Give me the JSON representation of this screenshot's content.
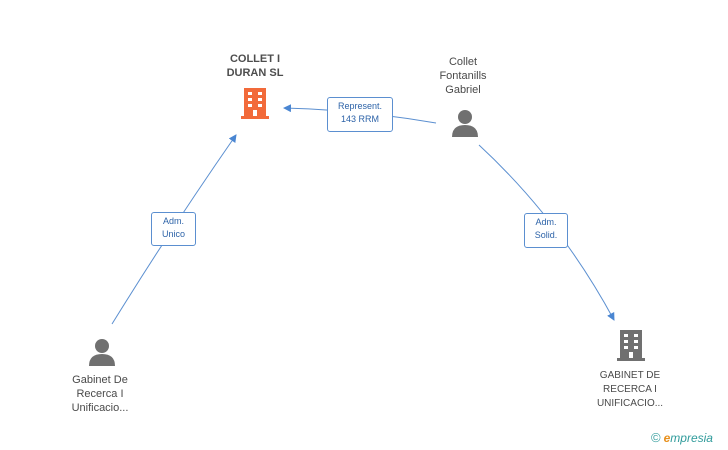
{
  "nodes": {
    "company_main": {
      "lines": [
        "COLLET I",
        "DURAN SL"
      ]
    },
    "person_collet": {
      "lines": [
        "Collet",
        "Fontanills",
        "Gabriel"
      ]
    },
    "person_gabinet": {
      "lines": [
        "Gabinet De",
        "Recerca I",
        "Unificacio..."
      ]
    },
    "company_gabinet": {
      "lines": [
        "GABINET DE",
        "RECERCA I",
        "UNIFICACIO..."
      ]
    }
  },
  "edges": {
    "represent": {
      "lines": [
        "Represent.",
        "143 RRM"
      ]
    },
    "adm_unico": {
      "lines": [
        "Adm.",
        "Unico"
      ]
    },
    "adm_solid": {
      "lines": [
        "Adm.",
        "Solid."
      ]
    }
  },
  "footer": {
    "copyright": "©",
    "brand_e": "e",
    "brand_rest": "mpresia"
  },
  "colors": {
    "edge_line": "#5b8fd0",
    "main_company": "#f26a3a",
    "secondary_company": "#707070",
    "person": "#707070"
  }
}
